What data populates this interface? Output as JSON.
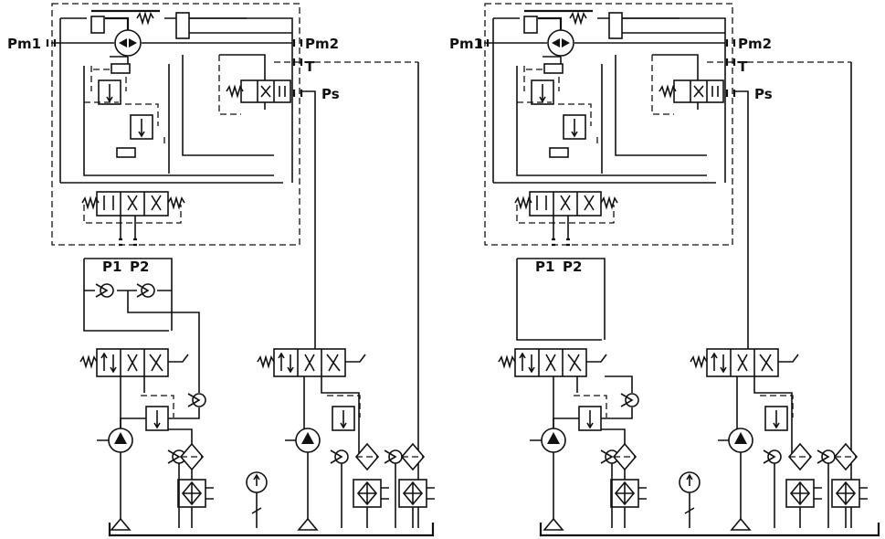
{
  "diagrams": [
    {
      "id": "left",
      "labels": {
        "pm1": "Pm1",
        "pm2": "Pm2",
        "t": "T",
        "ps": "Ps",
        "p1": "P1",
        "p2": "P2"
      }
    },
    {
      "id": "right",
      "labels": {
        "pm1": "Pm1",
        "pm2": "Pm2",
        "t": "T",
        "ps": "Ps",
        "p1": "P1",
        "p2": "P2"
      }
    }
  ],
  "colors": {
    "ink": "#111111",
    "paper": "#ffffff"
  }
}
